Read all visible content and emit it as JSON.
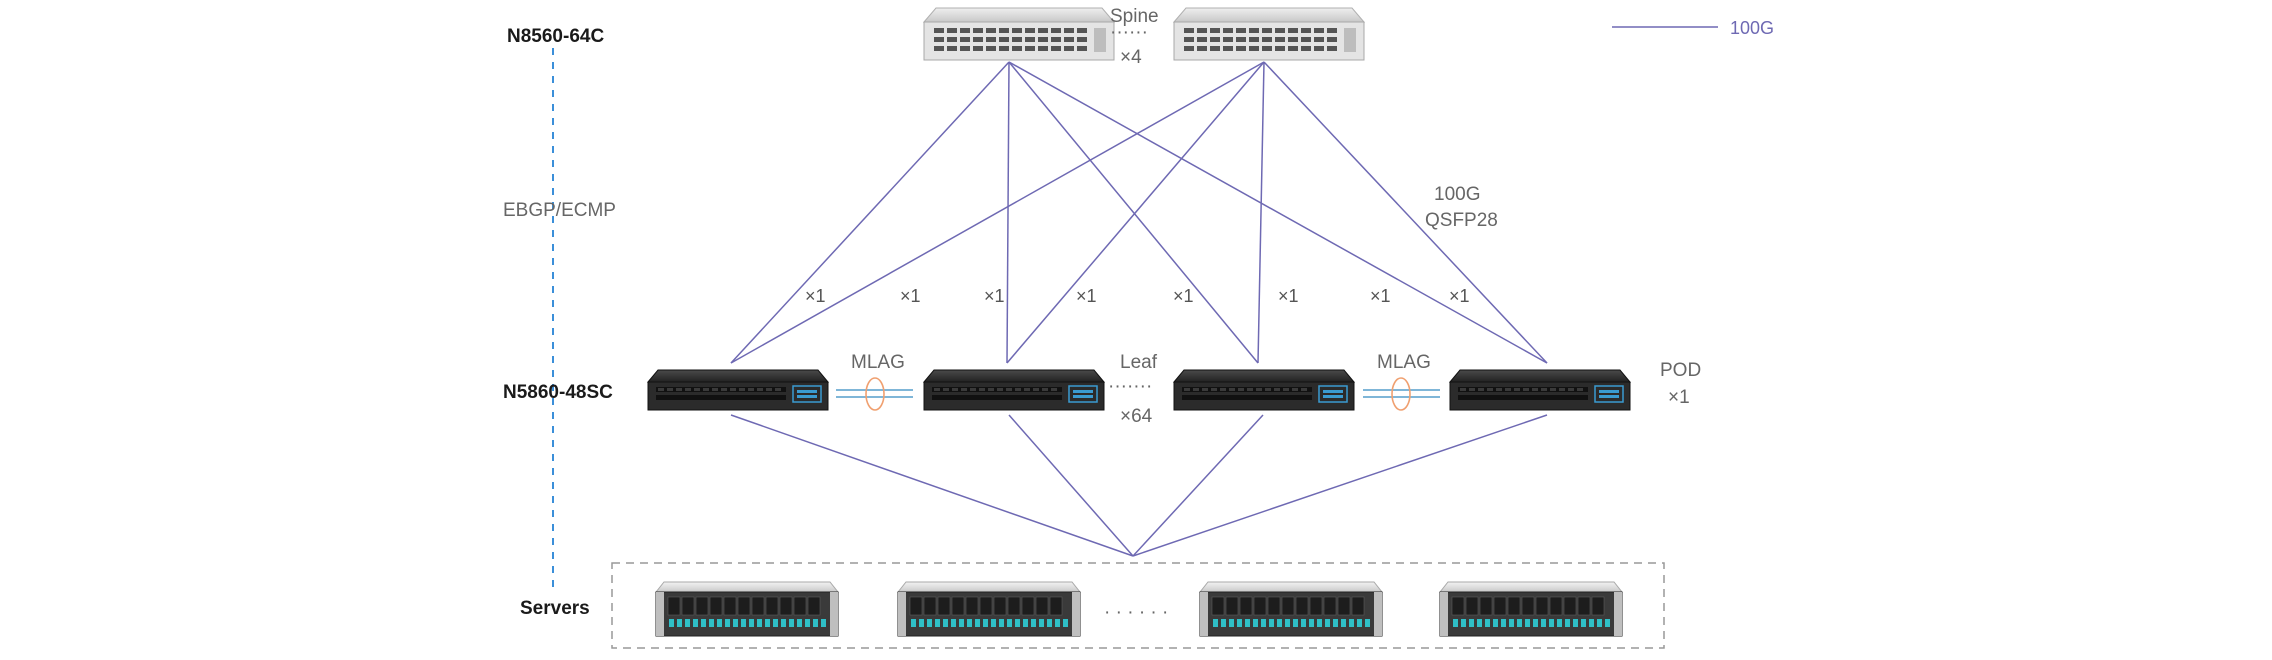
{
  "legend": {
    "line_label": "100G",
    "line_color": "#6e69b3"
  },
  "tiers": {
    "spine_model": "N8560-64C",
    "protocol": "EBGP/ECMP",
    "leaf_model": "N5860-48SC",
    "servers": "Servers"
  },
  "spine": {
    "label": "Spine",
    "count": "×4",
    "dots": "······"
  },
  "leaf": {
    "label": "Leaf",
    "count": "×64",
    "dots": "·······"
  },
  "mlag": [
    "MLAG",
    "MLAG"
  ],
  "pod": {
    "label": "POD",
    "count": "×1"
  },
  "uplink": {
    "line1": "100G",
    "line2": "QSFP28"
  },
  "link_multipliers": [
    "×1",
    "×1",
    "×1",
    "×1",
    "×1",
    "×1",
    "×1",
    "×1"
  ],
  "servers_row": {
    "dots": "· · · · · ·"
  },
  "colors": {
    "link": "#6e69b3",
    "mlag_ring": "#f0a070",
    "mlag_link": "#7fb6d8",
    "tier_axis": "#3b8fd9",
    "switch_body": "#2a2a2a",
    "spine_body": "#d9d9d9"
  },
  "icons": [
    "spine-switch-icon",
    "leaf-switch-icon",
    "server-icon",
    "mlag-ring-icon"
  ]
}
